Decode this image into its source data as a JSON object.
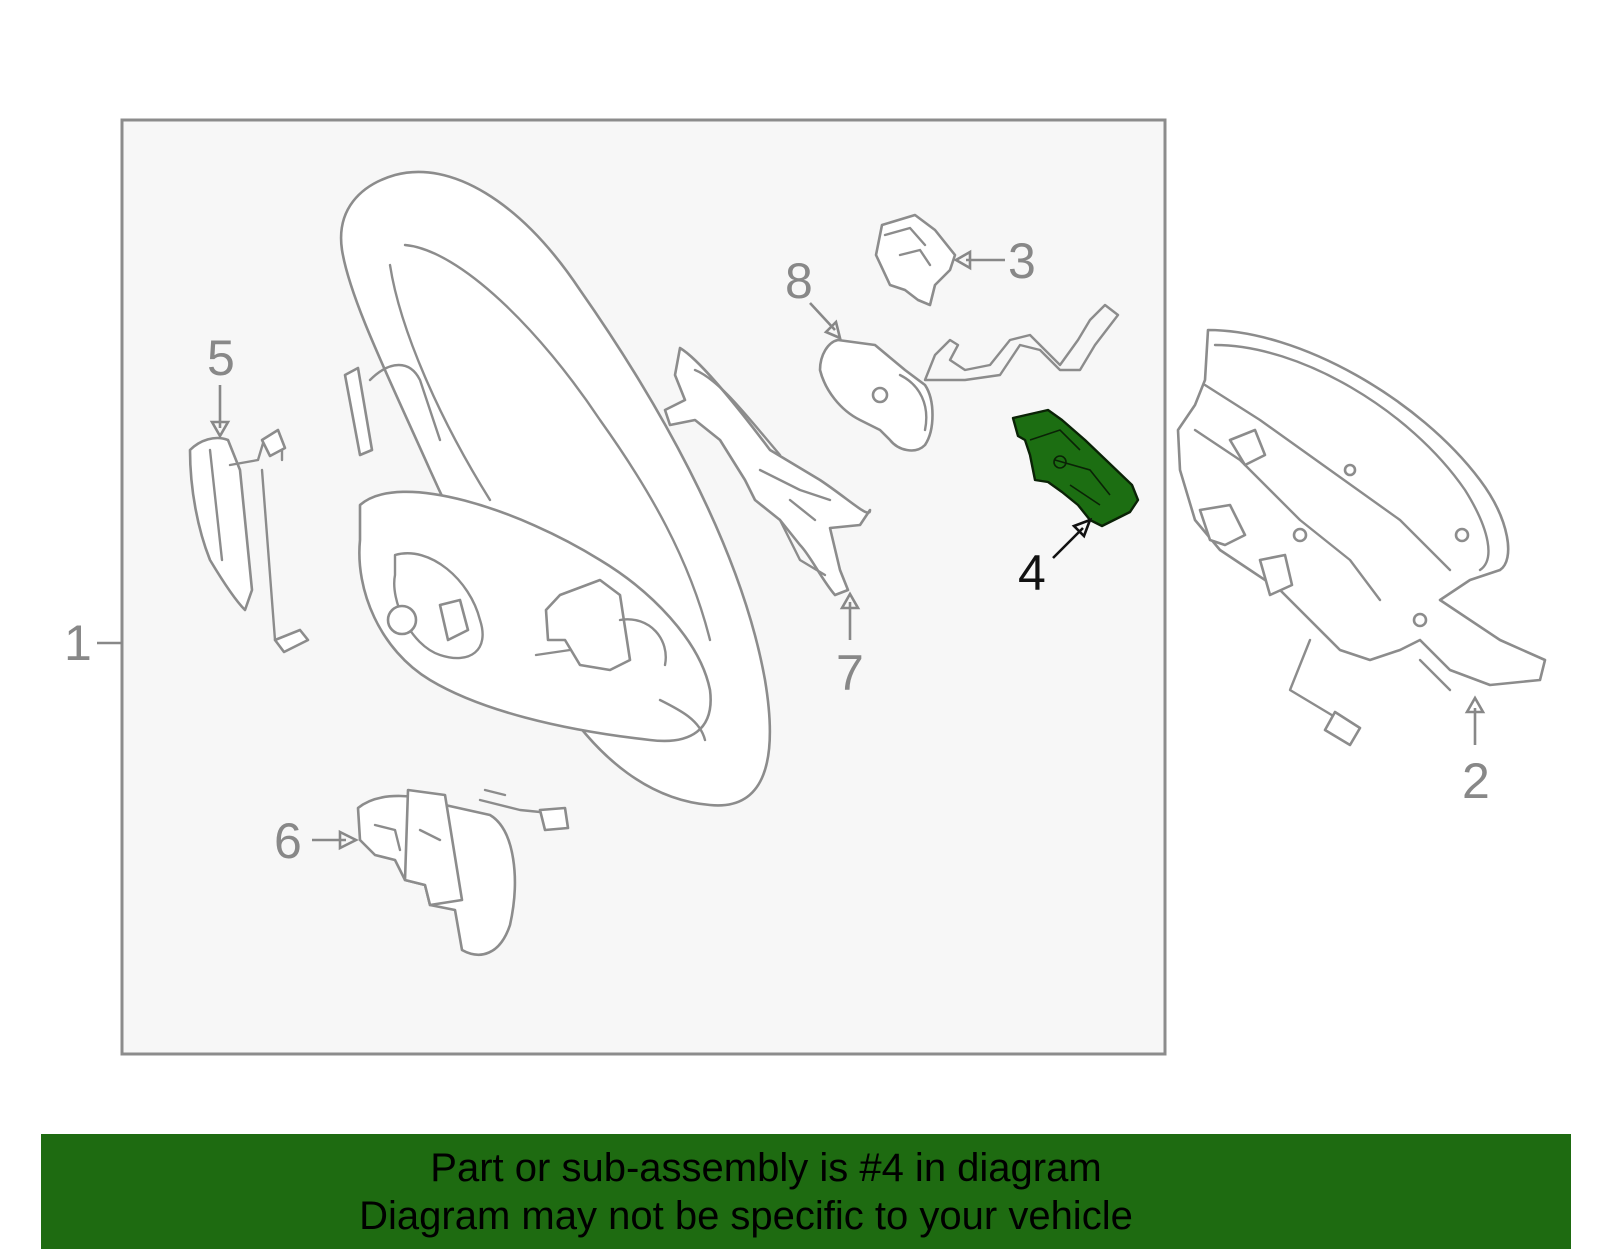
{
  "diagram": {
    "callouts": [
      {
        "id": "1",
        "label": "1"
      },
      {
        "id": "2",
        "label": "2"
      },
      {
        "id": "3",
        "label": "3"
      },
      {
        "id": "4",
        "label": "4",
        "highlighted": true
      },
      {
        "id": "5",
        "label": "5"
      },
      {
        "id": "6",
        "label": "6"
      },
      {
        "id": "7",
        "label": "7"
      },
      {
        "id": "8",
        "label": "8"
      }
    ],
    "highlight_color": "#1e6b11",
    "line_color": "#8c8c8c"
  },
  "banner": {
    "line1": "Part or sub-assembly is #4 in diagram",
    "line2": "Diagram may not be specific to your vehicle",
    "background": "#1e6b11"
  }
}
